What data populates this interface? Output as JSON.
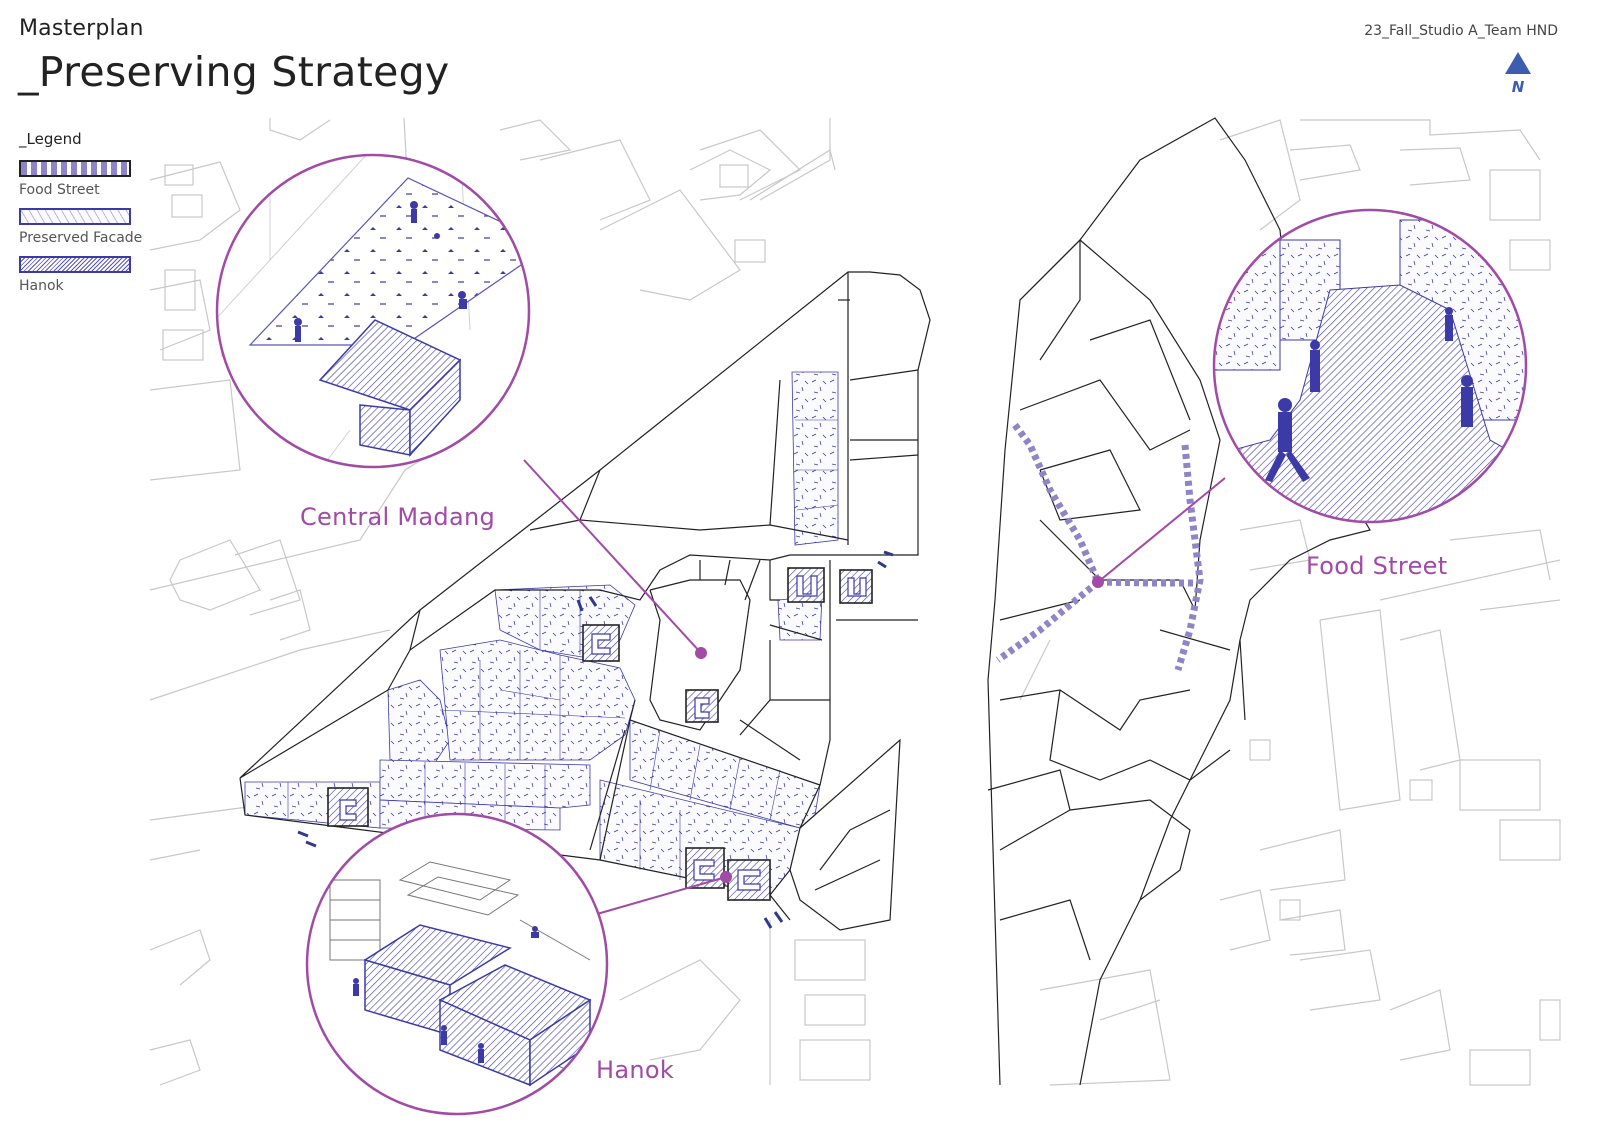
{
  "header": {
    "subtitle": "Masterplan",
    "title": "_Preserving Strategy",
    "team": "23_Fall_Studio A_Team HND",
    "north_label": "N"
  },
  "legend": {
    "title": "_Legend",
    "items": [
      {
        "label": "Food Street",
        "style": "food-street"
      },
      {
        "label": "Preserved Facade",
        "style": "preserved-facade"
      },
      {
        "label": "Hanok",
        "style": "hanok"
      }
    ]
  },
  "callouts": {
    "central_madang": "Central Madang",
    "food_street": "Food Street",
    "hanok": "Hanok"
  },
  "colors": {
    "accent": "#a14aa6",
    "hatch": "#3c3aa6",
    "food_street": "#8f84c8",
    "context_lines": "#c8c8c8",
    "parcel_lines": "#222222"
  }
}
